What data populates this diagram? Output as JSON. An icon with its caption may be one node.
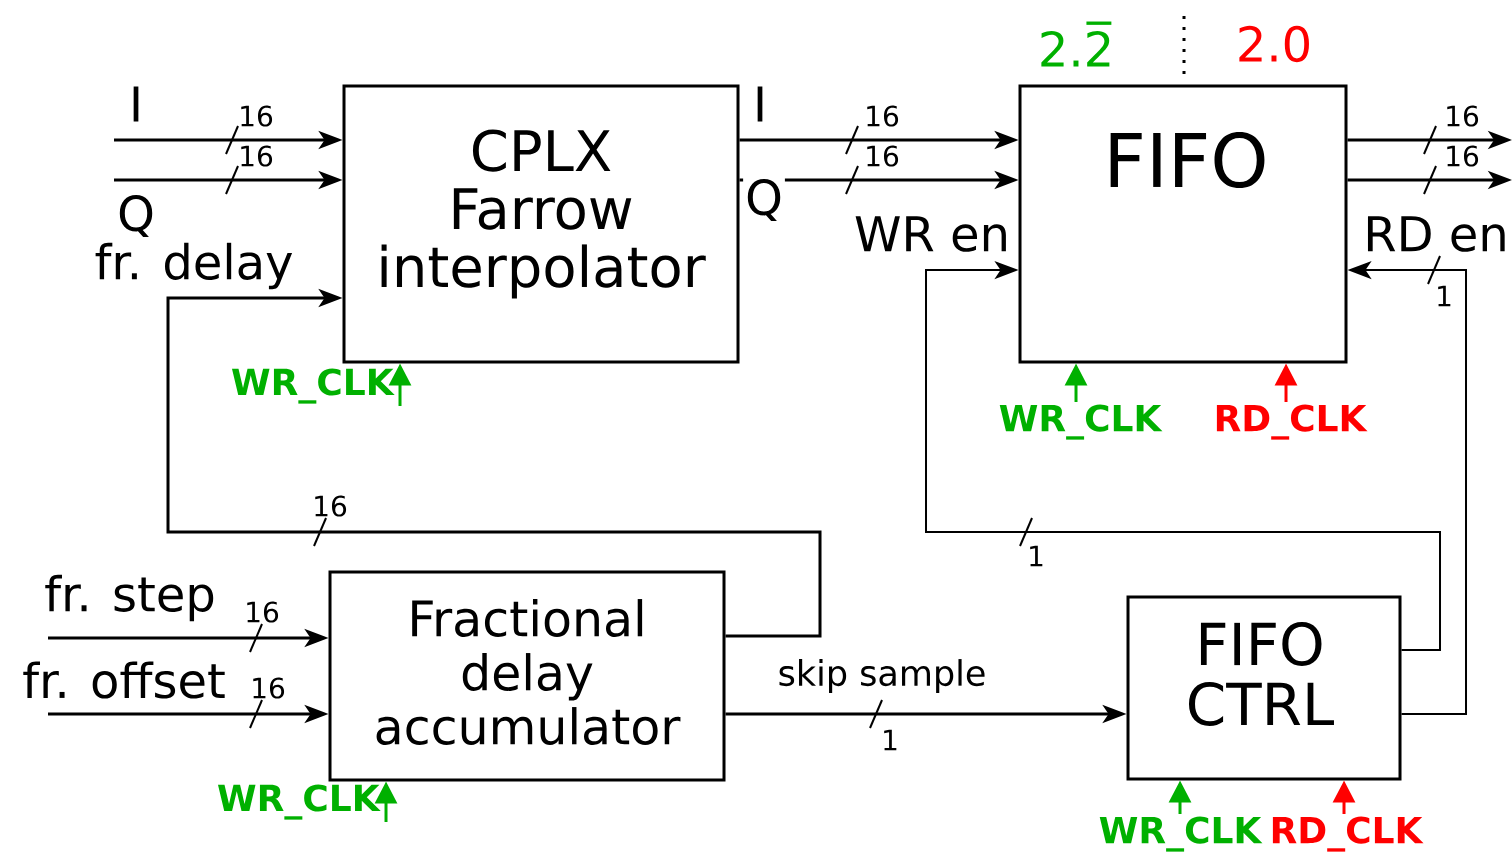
{
  "diagram": {
    "nodes": [
      {
        "text": [
          "CPLX Farrow interpolator"
        ]
      },
      {
        "text": [
          "FIFO"
        ]
      },
      {
        "text": [
          "WR_CLK"
        ]
      },
      {
        "text": [
          "WR_CLK"
        ]
      },
      {
        "text": [
          "RD_CLK"
        ]
      },
      {
        "text": [
          "Fractional delay accumulator"
        ]
      },
      {
        "text": [
          "FIFO CTRL"
        ]
      },
      {
        "text": [
          "WR_CLK"
        ]
      },
      {
        "text": [
          "WR_CLK"
        ]
      },
      {
        "text": [
          "RD_CLK"
        ]
      }
    ],
    "edges": [
      {
        "from": null,
        "to": 0,
        "arrow": "to",
        "label": "I"
      },
      {
        "from": null,
        "to": 0,
        "arrow": "to",
        "label": "Q"
      },
      {
        "from": 5,
        "to": 0,
        "arrow": "to",
        "label": "fr. delay"
      },
      {
        "from": 0,
        "to": 1,
        "arrow": "to",
        "label": "I"
      },
      {
        "from": 0,
        "to": 1,
        "arrow": "to",
        "label": "Q"
      },
      {
        "from": 1,
        "to": null,
        "arrow": "to",
        "label": "16"
      },
      {
        "from": 1,
        "to": null,
        "arrow": "to",
        "label": "16"
      },
      {
        "from": 6,
        "to": 1,
        "arrow": "to",
        "label": "WR en"
      },
      {
        "from": 6,
        "to": 1,
        "arrow": "to",
        "label": "RD en"
      },
      {
        "from": null,
        "to": 5,
        "arrow": "to",
        "label": "fr. step"
      },
      {
        "from": null,
        "to": 5,
        "arrow": "to",
        "label": "fr. offset"
      },
      {
        "from": 5,
        "to": 6,
        "arrow": "to",
        "label": "skip sample"
      },
      {
        "from": 2,
        "to": 0,
        "arrow": "to",
        "color": "#00b000"
      },
      {
        "from": 3,
        "to": 1,
        "arrow": "to",
        "color": "#00b000"
      },
      {
        "from": 4,
        "to": 1,
        "arrow": "to",
        "color": "#ff0000"
      },
      {
        "from": 7,
        "to": 5,
        "arrow": "to",
        "color": "#00b000"
      },
      {
        "from": 8,
        "to": 6,
        "arrow": "to",
        "color": "#00b000"
      },
      {
        "from": 9,
        "to": 6,
        "arrow": "to",
        "color": "#ff0000"
      }
    ],
    "labels": [
      "2.2̅",
      "2.0",
      "16",
      "16",
      "16",
      "16",
      "1",
      "16",
      "1",
      "16",
      "16",
      "1"
    ]
  }
}
